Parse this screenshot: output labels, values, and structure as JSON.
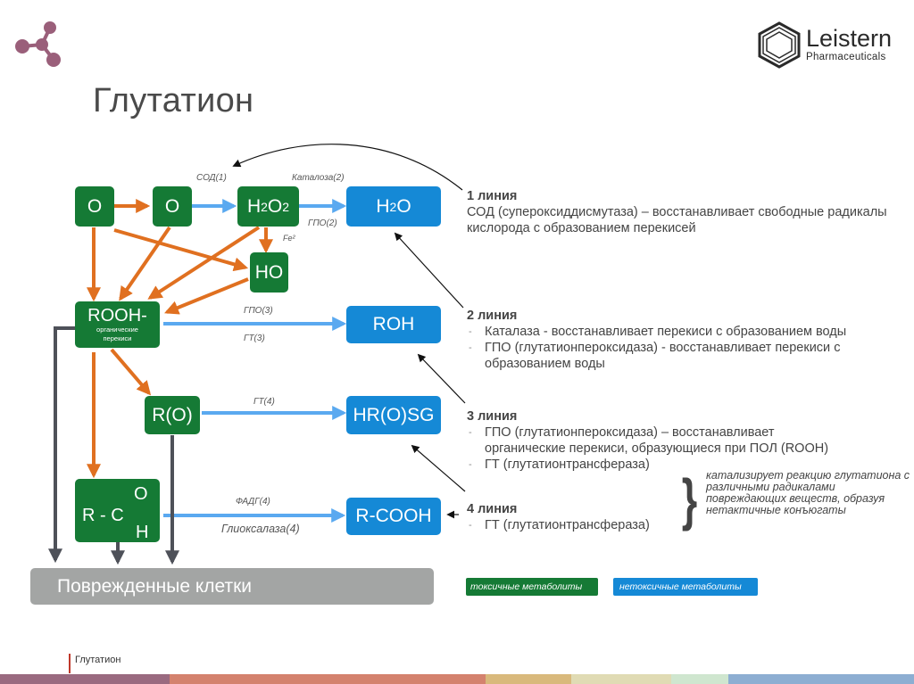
{
  "header": {
    "title": "Глутатион",
    "logo": {
      "name": "Leistern",
      "subtitle": "Pharmaceuticals"
    }
  },
  "colors": {
    "toxic": "#157a35",
    "nontoxic": "#1589d6",
    "orange_arrow": "#e07020",
    "blue_arrow": "#5aa9f0",
    "gray_arrow": "#4e5159",
    "damaged": "#a3a5a4",
    "logo_accent": "#9a5f7a"
  },
  "diagram": {
    "nodes": {
      "o1": "O",
      "o2": "O",
      "h2o2": {
        "main": "H",
        "sub1": "2",
        "mid": "O",
        "sub2": "2"
      },
      "h2o": {
        "main": "H",
        "sub1": "2",
        "mid": "O"
      },
      "ho": "HO",
      "rooh": {
        "main": "ROOH-",
        "sub": "органические перекиси"
      },
      "roh": "ROH",
      "ro": "R(O)",
      "hrosg": "HR(O)SG",
      "rcoh": {
        "left": "R - C",
        "top": "O",
        "bottom": "H"
      },
      "rcooh": "R-COOH",
      "damaged": "Поврежденные клетки"
    },
    "edge_labels": {
      "sod1": "СОД(1)",
      "catalase2": "Каталоза(2)",
      "gpo2": "ГПО(2)",
      "fe2": "Fe²",
      "gpo3": "ГПО(3)",
      "gt3": "ГТ(3)",
      "gt4": "ГТ(4)",
      "fadg4": "ФАДГ(4)",
      "glyoxalase4": "Глиоксалаза(4)"
    }
  },
  "lines": [
    {
      "heading": "1 линия",
      "text": "СОД (супероксиддисмутаза) – восстанавливает свободные радикалы кислорода с образованием перекисей"
    },
    {
      "heading": "2 линия",
      "items": [
        "Каталаза - восстанавливает перекиси с образованием воды",
        "ГПО (глутатионпероксидаза) - восстанавливает перекиси с образованием воды"
      ]
    },
    {
      "heading": "3 линия",
      "items": [
        "ГПО (глутатионпероксидаза) – восстанавливает органические перекиси, образующиеся при  ПОЛ (ROOH)",
        "ГТ (глутатионтрансфераза)"
      ]
    },
    {
      "heading": "4 линия",
      "items": [
        "ГТ (глутатионтрансфераза)"
      ]
    }
  ],
  "note": "катализирует реакцию глутатиона с различными радикалами  повреждающих веществ, образуя нетактичные конъюгаты",
  "legend": {
    "toxic": "токсичные метаболиты",
    "nontoxic": "нетоксичные метаболиты"
  },
  "footer": {
    "label": "Глутатион",
    "bar_colors": [
      "#9a6a80",
      "#d4826e",
      "#d9b97c",
      "#e0dbb4",
      "#cfe6cf",
      "#8daed2"
    ]
  }
}
